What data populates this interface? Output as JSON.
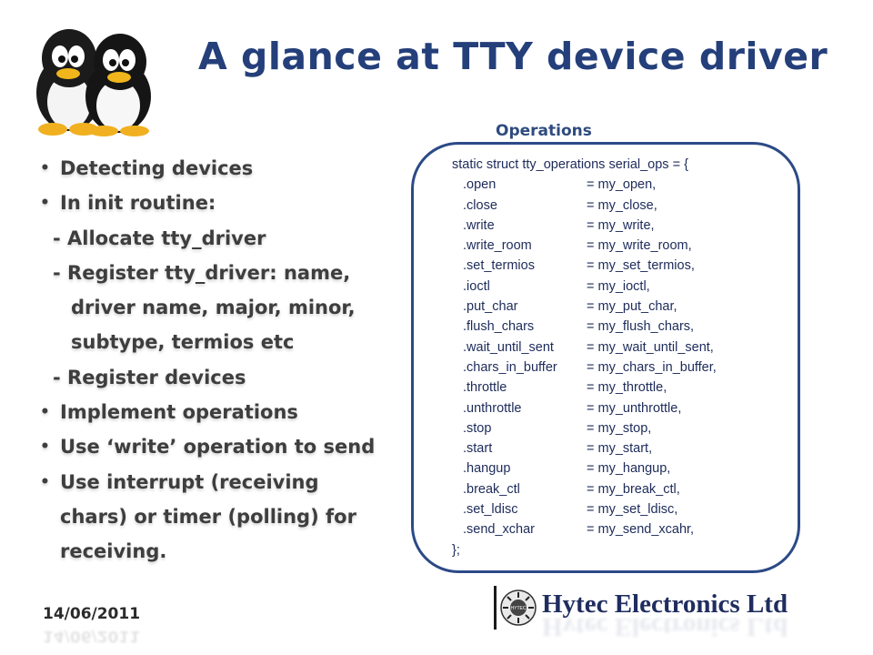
{
  "slide": {
    "title": "A glance at TTY device driver",
    "operations_label": "Operations",
    "bullets": [
      {
        "kind": "bullet",
        "text": "Detecting devices"
      },
      {
        "kind": "bullet",
        "text": "In init routine:"
      },
      {
        "kind": "sub",
        "text": "- Allocate tty_driver"
      },
      {
        "kind": "sub",
        "text": "- Register tty_driver: name,"
      },
      {
        "kind": "sub2",
        "text": "driver name, major, minor,"
      },
      {
        "kind": "sub2",
        "text": "subtype, termios etc"
      },
      {
        "kind": "sub",
        "text": "- Register devices"
      },
      {
        "kind": "bullet",
        "text": "Implement  operations"
      },
      {
        "kind": "bullet",
        "text": "Use ‘write’ operation to send"
      },
      {
        "kind": "bullet",
        "text": "Use interrupt (receiving"
      },
      {
        "kind": "cont",
        "text": "chars) or timer (polling) for"
      },
      {
        "kind": "cont",
        "text": "receiving."
      }
    ],
    "code": {
      "header": "static struct tty_operations serial_ops = {",
      "entries": [
        {
          "field": ".open",
          "value": "= my_open,"
        },
        {
          "field": ".close",
          "value": "= my_close,"
        },
        {
          "field": ".write",
          "value": "= my_write,"
        },
        {
          "field": ".write_room",
          "value": "= my_write_room,"
        },
        {
          "field": ".set_termios",
          "value": "= my_set_termios,"
        },
        {
          "field": ".ioctl",
          "value": "= my_ioctl,"
        },
        {
          "field": ".put_char",
          "value": "= my_put_char,"
        },
        {
          "field": ".flush_chars",
          "value": "= my_flush_chars,"
        },
        {
          "field": ".wait_until_sent",
          "value": "= my_wait_until_sent,"
        },
        {
          "field": ".chars_in_buffer",
          "value": "= my_chars_in_buffer,"
        },
        {
          "field": ".throttle",
          "value": "= my_throttle,"
        },
        {
          "field": ".unthrottle",
          "value": "= my_unthrottle,"
        },
        {
          "field": ".stop",
          "value": "= my_stop,"
        },
        {
          "field": ".start",
          "value": "= my_start,"
        },
        {
          "field": ".hangup",
          "value": "= my_hangup,"
        },
        {
          "field": ".break_ctl",
          "value": "= my_break_ctl,"
        },
        {
          "field": ".set_ldisc",
          "value": "= my_set_ldisc,"
        },
        {
          "field": ".send_xchar",
          "value": "= my_send_xcahr,"
        }
      ],
      "footer": "};"
    },
    "date": "14/06/2011",
    "company": "Hytec Electronics Ltd",
    "logo_text": "HYTEC",
    "colors": {
      "title": "#243f7a",
      "box_border": "#2c4a86",
      "bullet_text": "#3e3e3e",
      "company": "#1f2d5f"
    }
  }
}
